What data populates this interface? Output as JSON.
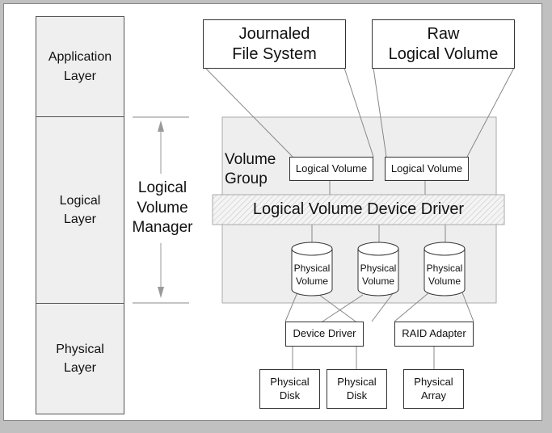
{
  "layers": {
    "application": "Application\nLayer",
    "logical": "Logical\nLayer",
    "physical": "Physical\nLayer"
  },
  "lvm_label": "Logical\nVolume\nManager",
  "top": {
    "jfs": "Journaled\nFile System",
    "raw": "Raw\nLogical Volume"
  },
  "volume_group": {
    "label": "Volume\nGroup",
    "lv_left": "Logical Volume",
    "lv_right": "Logical Volume"
  },
  "lvdd": "Logical Volume Device Driver",
  "physical_volumes": [
    "Physical\nVolume",
    "Physical\nVolume",
    "Physical\nVolume"
  ],
  "drivers": {
    "device_driver": "Device Driver",
    "raid_adapter": "RAID Adapter"
  },
  "disks": [
    "Physical\nDisk",
    "Physical\nDisk",
    "Physical\nArray"
  ],
  "colors": {
    "background": "#c0c0c0",
    "panel": "#ffffff",
    "layer_fill": "#efefef",
    "volume_group_fill": "#eeeeee",
    "lines": "#888888"
  }
}
